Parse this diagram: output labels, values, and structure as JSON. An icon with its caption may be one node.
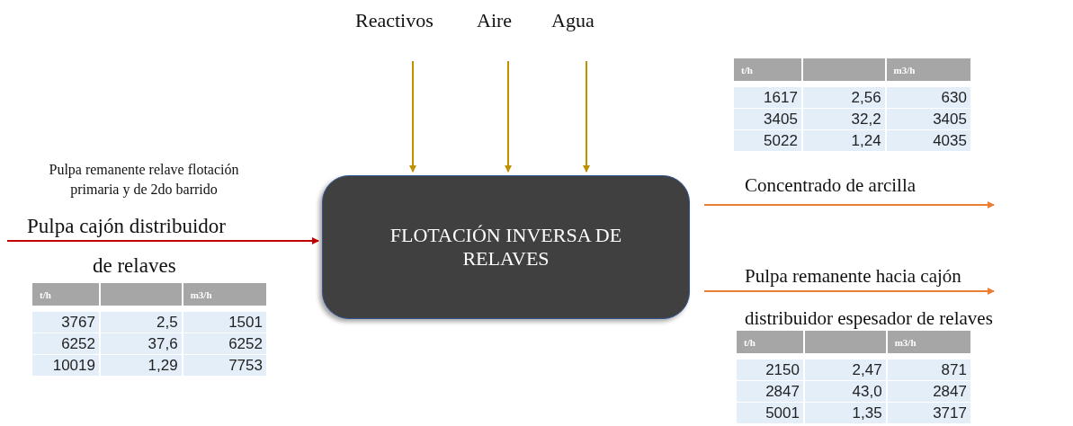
{
  "diagram": {
    "nodes": [
      {
        "text": [
          "Reactivos"
        ]
      },
      {
        "text": [
          "Aire"
        ]
      },
      {
        "text": [
          "Agua"
        ]
      },
      {
        "text": [
          "FLOTACIÓN INVERSA DE RELAVES"
        ]
      }
    ],
    "edges": [
      {
        "from": 0,
        "to": 3,
        "arrow": "to"
      },
      {
        "from": 1,
        "to": 3,
        "arrow": "to"
      },
      {
        "from": 2,
        "to": 3,
        "arrow": "to"
      },
      {
        "from": null,
        "to": 3,
        "arrow": "to",
        "color": "#c00000"
      },
      {
        "from": 3,
        "to": null,
        "arrow": "to",
        "color": "#ed7d31"
      },
      {
        "from": 3,
        "to": null,
        "arrow": "to",
        "color": "#ed7d31"
      }
    ],
    "labels": [
      "t/h",
      "m3/h",
      "1617",
      "2,56",
      "630",
      "3405",
      "32,2",
      "3405",
      "5022",
      "1,24",
      "4035",
      "Pulpa remanente relave flotación primaria y de 2do barrido",
      "Pulpa cajón distribuidor",
      "de relaves",
      "t/h",
      "m3/h",
      "3767",
      "2,5",
      "1501",
      "6252",
      "37,6",
      "6252",
      "10019",
      "1,29",
      "7753",
      "Concentrado de arcilla",
      "Pulpa remanente hacia cajón",
      "distribuidor espesador de relaves",
      "t/h",
      "m3/h",
      "2150",
      "2,47",
      "871",
      "2847",
      "43,0",
      "2847",
      "5001",
      "1,35",
      "3717"
    ]
  }
}
